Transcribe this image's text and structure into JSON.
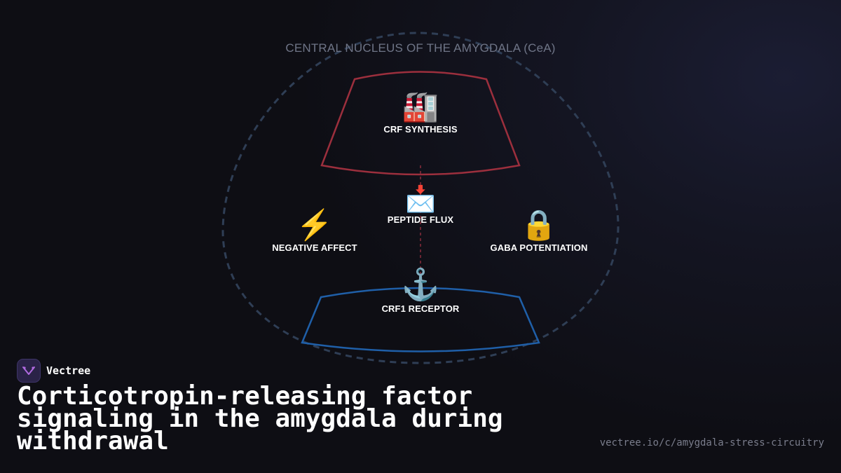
{
  "diagram": {
    "region_label": "CENTRAL NUCLEUS OF THE AMYGDALA (CeA)",
    "nodes": {
      "synthesis": {
        "label": "CRF SYNTHESIS",
        "icon": "factory-icon",
        "glyph": "🏭"
      },
      "flux": {
        "label": "PEPTIDE FLUX",
        "icon": "envelope-with-arrow-icon",
        "glyph": "📩"
      },
      "receptor": {
        "label": "CRF1 RECEPTOR",
        "icon": "anchor-icon",
        "glyph": "⚓"
      },
      "affect": {
        "label": "NEGATIVE AFFECT",
        "icon": "lightning-icon",
        "glyph": "⚡"
      },
      "gaba": {
        "label": "GABA POTENTIATION",
        "icon": "lock-icon",
        "glyph": "🔒"
      }
    },
    "colors": {
      "outline": "#2f3e55",
      "synthesis_zone": "#9c2f3d",
      "receptor_zone": "#1f5fa8",
      "connector": "#8a2d3c"
    }
  },
  "brand": {
    "name": "Vectree",
    "logo_icon": "vectree-logo-icon",
    "logo_color": "#b06ae0"
  },
  "title": "Corticotropin-releasing factor signaling in the amygdala during withdrawal",
  "url": "vectree.io/c/amygdala-stress-circuitry"
}
